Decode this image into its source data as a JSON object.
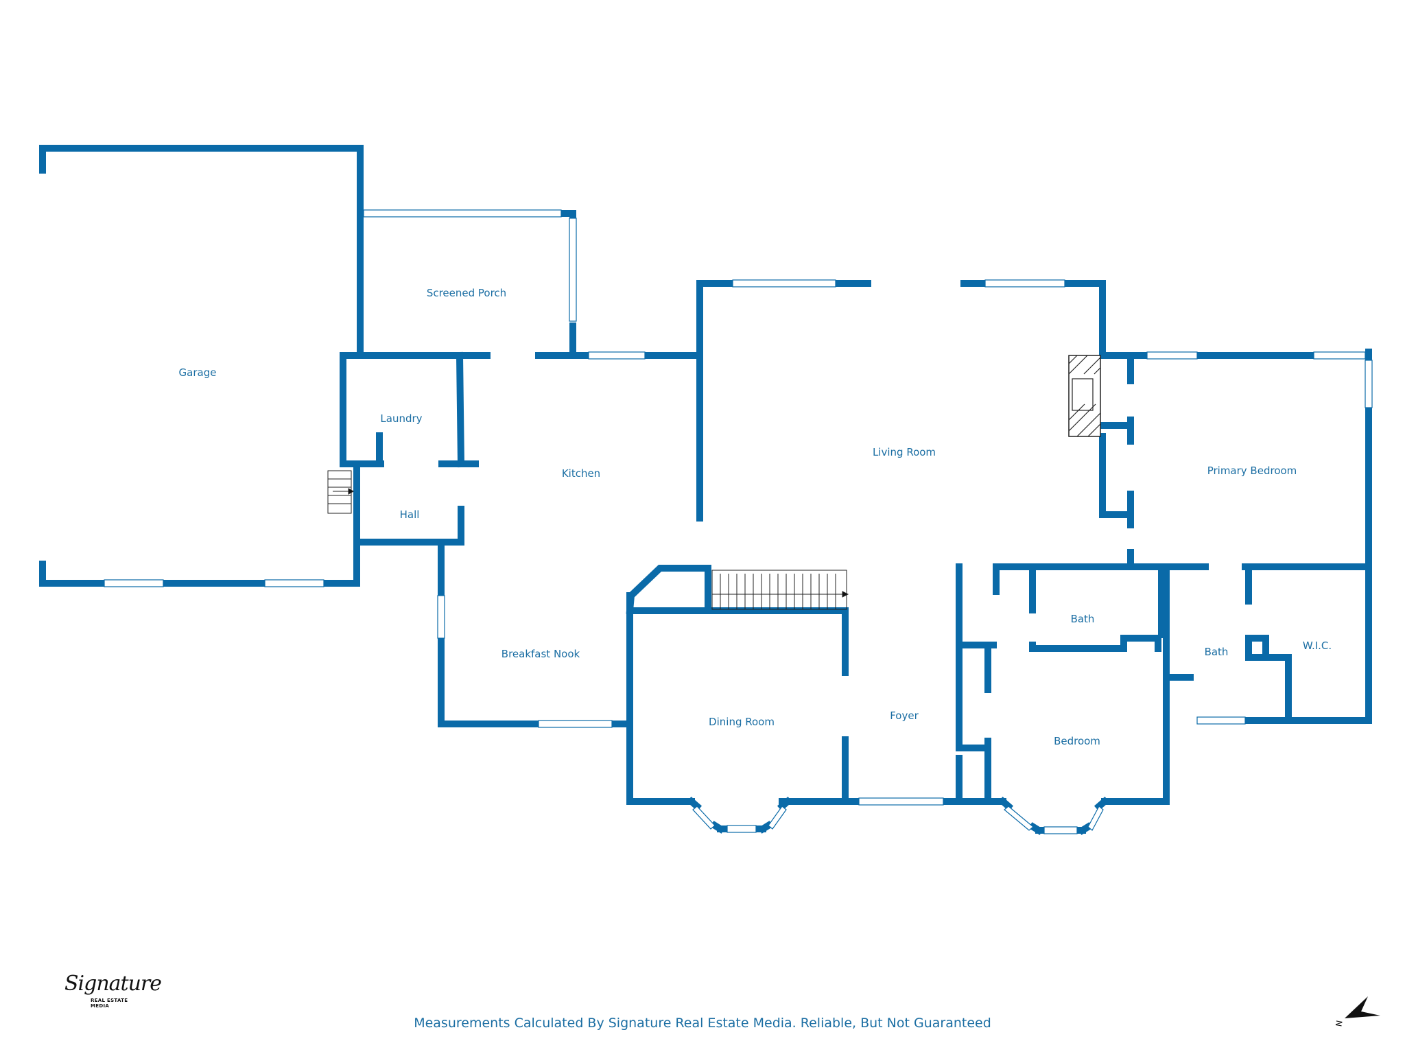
{
  "rooms": {
    "garage": "Garage",
    "screened_porch": "Screened Porch",
    "laundry": "Laundry",
    "kitchen": "Kitchen",
    "hall": "Hall",
    "living_room": "Living Room",
    "primary_bedroom": "Primary Bedroom",
    "breakfast_nook": "Breakfast Nook",
    "dining_room": "Dining Room",
    "foyer": "Foyer",
    "bath_1": "Bath",
    "bath_2": "Bath",
    "wic": "W.I.C.",
    "bedroom": "Bedroom"
  },
  "footer": {
    "note": "Measurements Calculated By Signature Real Estate Media. Reliable, But Not Guaranteed"
  },
  "logo": {
    "script": "Signature",
    "subtitle": "REAL ESTATE MEDIA"
  },
  "compass": {
    "letter": "N",
    "icon": "north-arrow-icon"
  },
  "colors": {
    "wall": "#0a6aa8",
    "label": "#1b6ea3",
    "window": "#ffffff"
  }
}
